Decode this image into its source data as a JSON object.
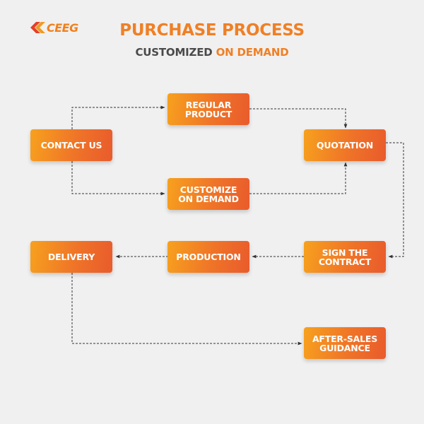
{
  "brand": {
    "name": "CEEG",
    "color": "#ef8026"
  },
  "header": {
    "title": "PURCHASE PROCESS",
    "subtitle_part1": "CUSTOMIZED",
    "subtitle_part2": "ON DEMAND"
  },
  "nodes": {
    "regular_product": "REGULAR\nPRODUCT",
    "contact_us": "CONTACT US",
    "quotation": "QUOTATION",
    "customize_on_demand": "CUSTOMIZE\nON DEMAND",
    "delivery": "DELIVERY",
    "production": "PRODUCTION",
    "sign_the_contract": "SIGN THE\nCONTRACT",
    "after_sales_guidance": "AFTER-SALES\nGUIDANCE"
  },
  "colors": {
    "box_start": "#f7a11e",
    "box_end": "#e95b2c",
    "background": "#f1f0f0",
    "connector": "#333333"
  }
}
